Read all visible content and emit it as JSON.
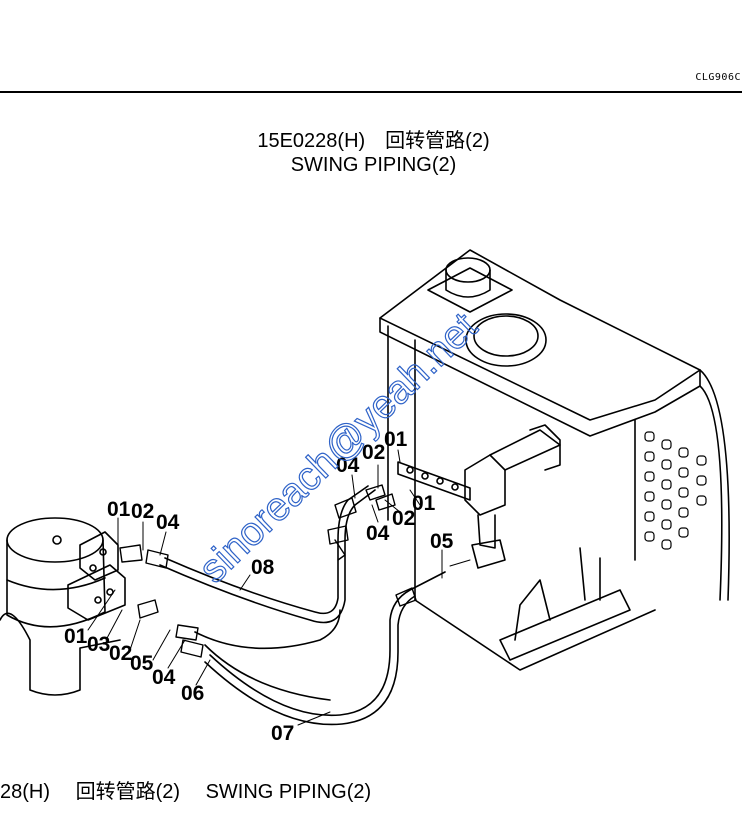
{
  "header": {
    "code": "CLG906C",
    "title_cn": "15E0228(H)　回转管路(2)",
    "title_en": "SWING PIPING(2)"
  },
  "watermark": "sinoreach@yeah.net",
  "part_labels": [
    "01",
    "02",
    "04",
    "04",
    "02",
    "01",
    "04",
    "02",
    "01",
    "05",
    "08",
    "01",
    "03",
    "02",
    "05",
    "04",
    "06",
    "07"
  ],
  "footer": {
    "code": "28(H)",
    "title_cn": "回转管路(2)",
    "title_en": "SWING PIPING(2)"
  },
  "colors": {
    "line": "#000000",
    "watermark": "#2f63c8"
  }
}
